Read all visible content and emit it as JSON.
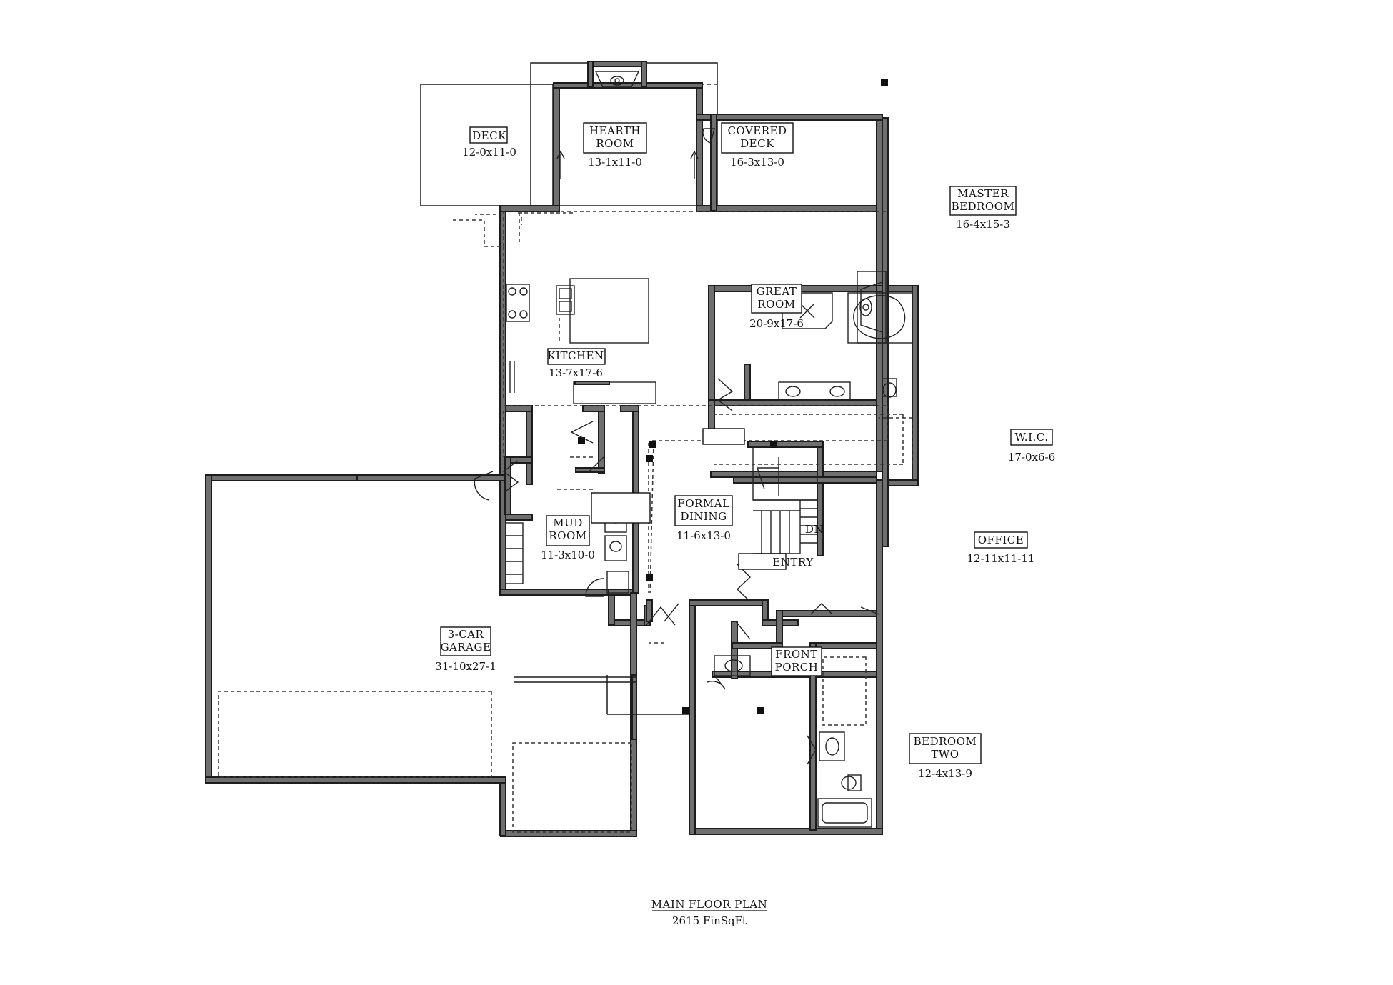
{
  "plan_title": "MAIN FLOOR PLAN",
  "plan_area": "2615 FinSqFt",
  "rooms": {
    "deck": {
      "name": "DECK",
      "dims": "12-0x11-0"
    },
    "hearth": {
      "name1": "HEARTH",
      "name2": "ROOM",
      "dims": "13-1x11-0"
    },
    "covered_deck": {
      "name1": "COVERED",
      "name2": "DECK",
      "dims": "16-3x13-0"
    },
    "master": {
      "name1": "MASTER",
      "name2": "BEDROOM",
      "dims": "16-4x15-3"
    },
    "great": {
      "name1": "GREAT",
      "name2": "ROOM",
      "dims": "20-9x17-6"
    },
    "kitchen": {
      "name": "KITCHEN",
      "dims": "13-7x17-6"
    },
    "wic": {
      "name": "W.I.C.",
      "dims": "17-0x6-6"
    },
    "dining": {
      "name1": "FORMAL",
      "name2": "DINING",
      "dims": "11-6x13-0"
    },
    "mud": {
      "name1": "MUD",
      "name2": "ROOM",
      "dims": "11-3x10-0"
    },
    "office": {
      "name": "OFFICE",
      "dims": "12-11x11-11"
    },
    "entry": {
      "name": "ENTRY"
    },
    "stair": {
      "label": "DN"
    },
    "garage": {
      "name1": "3-CAR",
      "name2": "GARAGE",
      "dims": "31-10x27-1"
    },
    "porch": {
      "name1": "FRONT",
      "name2": "PORCH"
    },
    "bed2": {
      "name1": "BEDROOM",
      "name2": "TWO",
      "dims": "12-4x13-9"
    }
  }
}
